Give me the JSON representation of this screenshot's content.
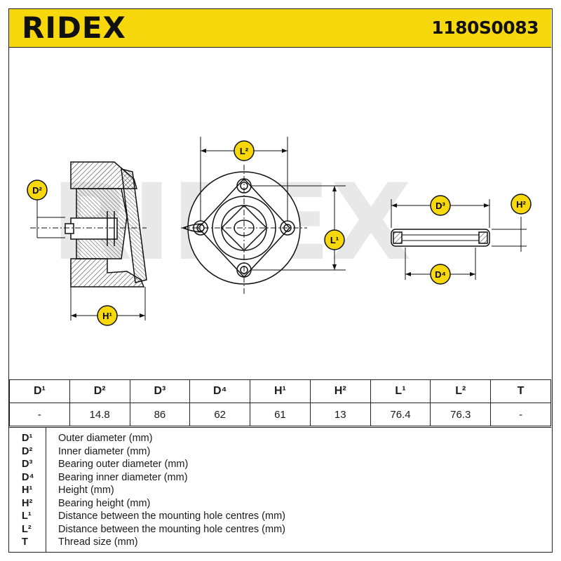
{
  "header": {
    "brand": "RIDEX",
    "part_number": "1180S0083"
  },
  "watermark": "RIDEX",
  "drawing_labels": {
    "d2": "D²",
    "h1": "H¹",
    "l2": "L²",
    "l1": "L¹",
    "d3": "D³",
    "d4": "D⁴",
    "h2": "H²"
  },
  "spec_table": {
    "headers": [
      "D¹",
      "D²",
      "D³",
      "D⁴",
      "H¹",
      "H²",
      "L¹",
      "L²",
      "T"
    ],
    "values": [
      "-",
      "14.8",
      "86",
      "62",
      "61",
      "13",
      "76.4",
      "76.3",
      "-"
    ]
  },
  "legend": [
    {
      "symbol": "D¹",
      "text": "Outer diameter (mm)"
    },
    {
      "symbol": "D²",
      "text": "Inner diameter (mm)"
    },
    {
      "symbol": "D³",
      "text": "Bearing outer diameter (mm)"
    },
    {
      "symbol": "D⁴",
      "text": "Bearing inner diameter (mm)"
    },
    {
      "symbol": "H¹",
      "text": "Height (mm)"
    },
    {
      "symbol": "H²",
      "text": "Bearing height (mm)"
    },
    {
      "symbol": "L¹",
      "text": "Distance between the mounting hole centres (mm)"
    },
    {
      "symbol": "L²",
      "text": "Distance between the mounting hole centres (mm)"
    },
    {
      "symbol": "T",
      "text": "Thread size (mm)"
    }
  ],
  "colors": {
    "brand_yellow": "#f7d80c",
    "ink": "#1a1a1a",
    "watermark": "#e6e6e6"
  }
}
